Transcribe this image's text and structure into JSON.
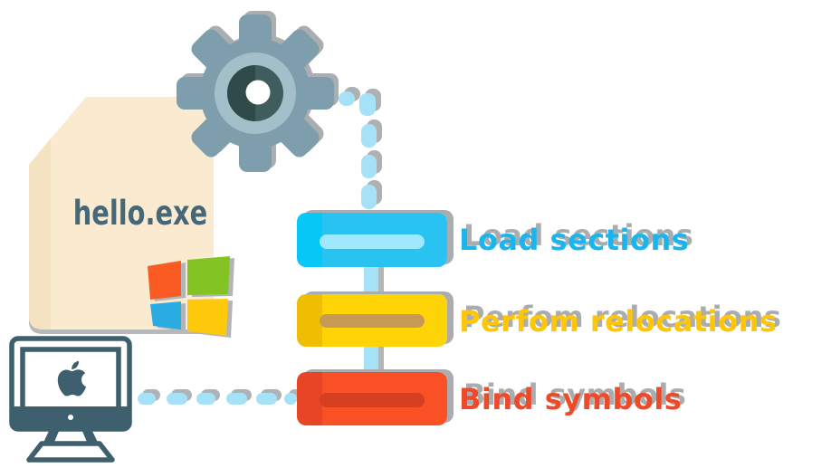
{
  "diagram": {
    "file": {
      "name": "hello.exe"
    },
    "steps": [
      {
        "label": "Load sections",
        "text_color": "#1bb5ee",
        "bar_color": "#28c3f0",
        "pill_color": "#9fe8fd"
      },
      {
        "label": "Perfom relocations",
        "text_color": "#ffc608",
        "bar_color": "#ffd406",
        "pill_color": "#c69a55"
      },
      {
        "label": "Bind symbols",
        "text_color": "#ee4a2a",
        "bar_color": "#f95125",
        "pill_color": "#d63e20"
      }
    ],
    "icons": {
      "gear": "gear-icon",
      "executable_file": "executable-file-icon",
      "windows_logo": "windows-logo-icon",
      "mac_monitor": "imac-monitor-icon",
      "apple_logo": "apple-logo-icon",
      "dotted_connector": "dotted-connector"
    },
    "colors": {
      "background": "#ffffff",
      "connector_dash": "#a5e2f8",
      "hard_shadow": "#aaadaf",
      "document": "#faead0",
      "document_edge": "#f5e2c1",
      "filename_text": "#456879",
      "gear_body": "#7e9ead",
      "gear_inner_disc": "#a3bfc9",
      "gear_center_dark": "#3f5d5c",
      "monitor_frame": "#3e5f6e",
      "windows_top_left": "#f95b22",
      "windows_top_right": "#83c424",
      "windows_bottom_left": "#2aace3",
      "windows_bottom_right": "#ffc90b"
    }
  }
}
